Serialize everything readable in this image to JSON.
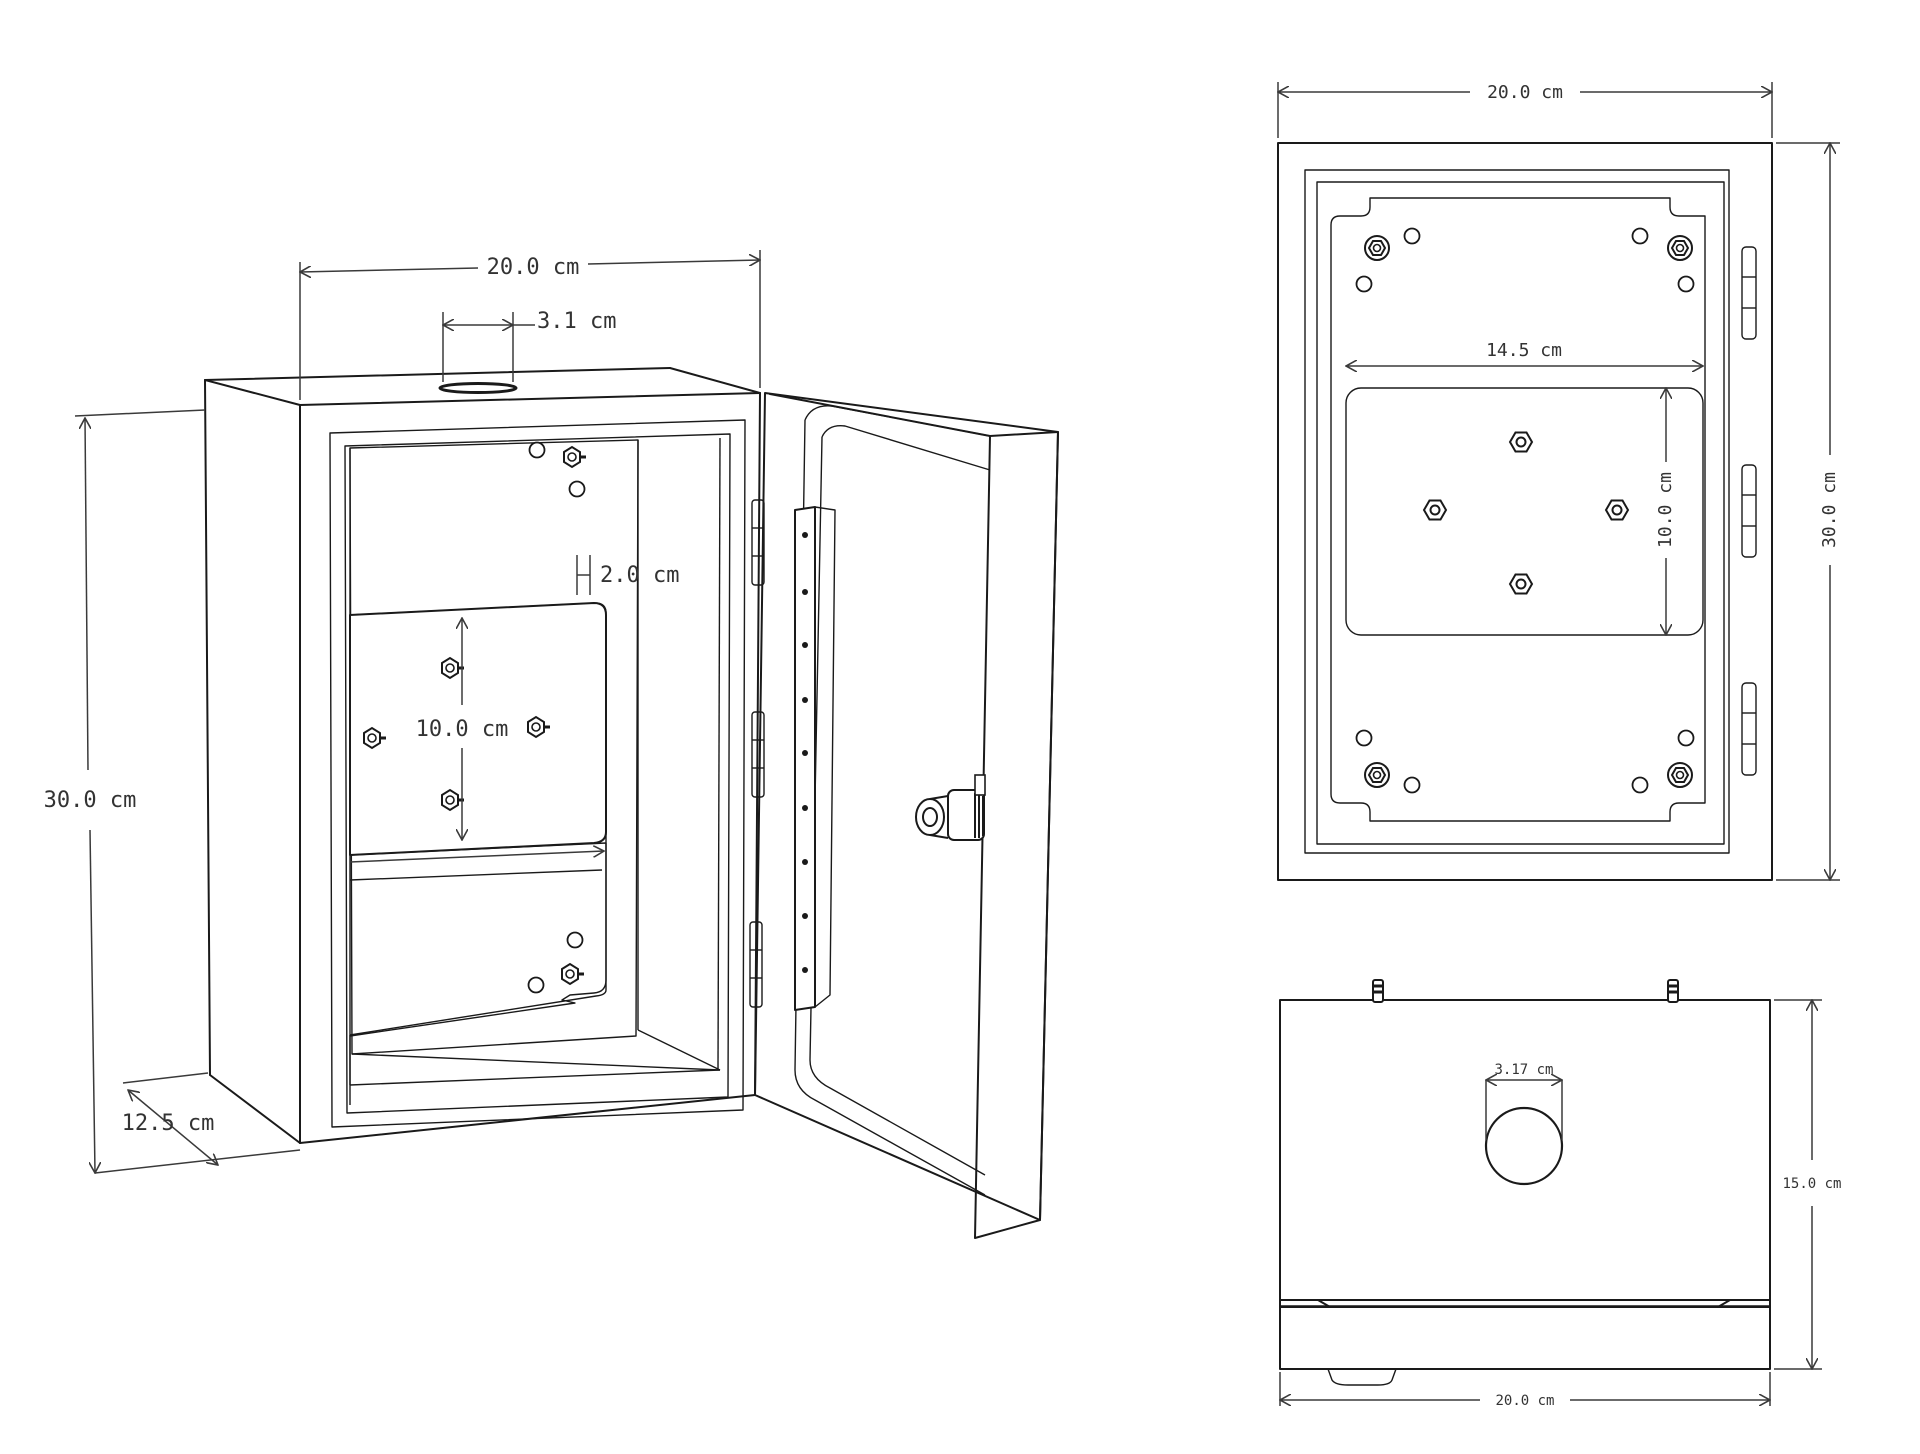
{
  "dimensions": {
    "iso_width": "20.0 cm",
    "iso_hole": "3.1 cm",
    "iso_gap": "2.0 cm",
    "iso_plate": "10.0 cm",
    "iso_height": "30.0 cm",
    "iso_depth": "12.5 cm",
    "front_width": "20.0 cm",
    "front_plate_width": "14.5 cm",
    "front_plate_height": "10.0 cm",
    "front_height": "30.0 cm",
    "bottom_hole": "3.17 cm",
    "bottom_depth": "15.0 cm",
    "bottom_width": "20.0 cm"
  }
}
